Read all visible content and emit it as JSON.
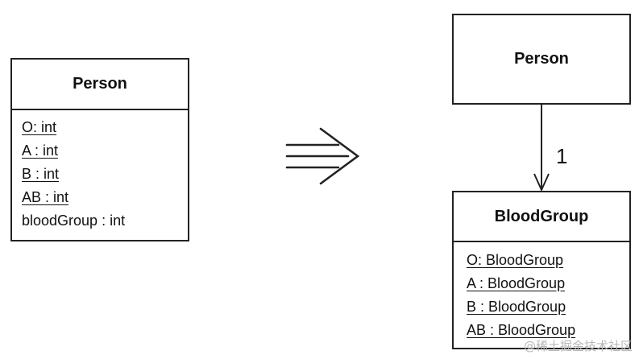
{
  "left_class": {
    "name": "Person",
    "attributes": [
      {
        "text": "O: int",
        "static": true
      },
      {
        "text": "A : int",
        "static": true
      },
      {
        "text": "B : int",
        "static": true
      },
      {
        "text": "AB : int",
        "static": true
      },
      {
        "text": "bloodGroup : int",
        "static": false
      }
    ]
  },
  "right_top_class": {
    "name": "Person"
  },
  "right_bottom_class": {
    "name": "BloodGroup",
    "attributes": [
      {
        "text": "O: BloodGroup",
        "static": true
      },
      {
        "text": "A : BloodGroup",
        "static": true
      },
      {
        "text": "B : BloodGroup",
        "static": true
      },
      {
        "text": "AB : BloodGroup",
        "static": true
      }
    ]
  },
  "association": {
    "multiplicity": "1"
  },
  "icons": {
    "transform_arrow": "triple-arrow-icon",
    "association_arrow": "open-arrowhead-icon"
  },
  "colors": {
    "line": "#222222",
    "watermark": "#b8b8b8"
  },
  "watermark": "@稀土掘金技术社区"
}
